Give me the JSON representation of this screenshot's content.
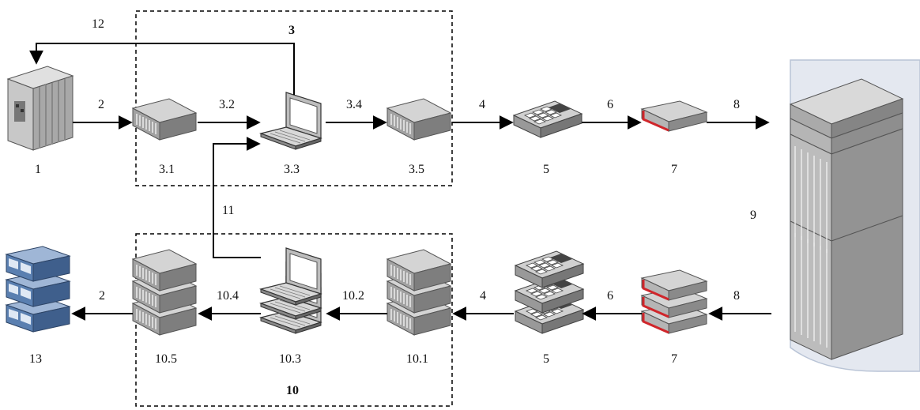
{
  "labels": {
    "n1": "1",
    "n2_top": "2",
    "n2_bottom": "2",
    "n3": "3",
    "n3_1": "3.1",
    "n3_2": "3.2",
    "n3_3": "3.3",
    "n3_4": "3.4",
    "n3_5": "3.5",
    "n4_top": "4",
    "n4_bottom": "4",
    "n5_top": "5",
    "n5_bottom": "5",
    "n6_top": "6",
    "n6_bottom": "6",
    "n7_top": "7",
    "n7_bottom": "7",
    "n8_top": "8",
    "n8_bottom": "8",
    "n9": "9",
    "n10": "10",
    "n10_1": "10.1",
    "n10_2": "10.2",
    "n10_3": "10.3",
    "n10_4": "10.4",
    "n10_5": "10.5",
    "n11": "11",
    "n12": "12",
    "n13": "13"
  },
  "colors": {
    "device_top": "#d2d2d2",
    "device_front": "#9b9b9b",
    "device_side": "#7a7a7a",
    "router_red": "#d0262b",
    "server_blue": "#5a7fb0",
    "rack_bg": "#e4e8f0"
  },
  "icons": [
    "rugged-server-icon",
    "switch-icon",
    "laptop-icon",
    "phone-keypad-icon",
    "router-icon",
    "server-rack-icon",
    "server-stack-icon"
  ]
}
